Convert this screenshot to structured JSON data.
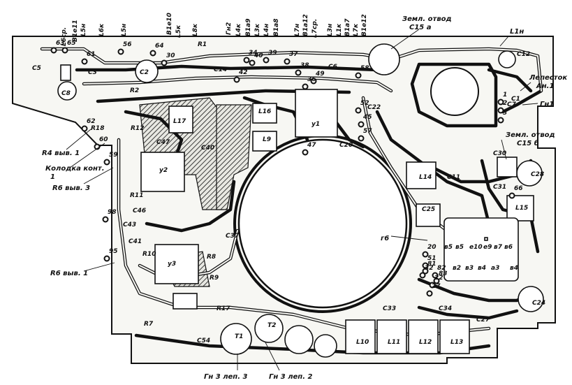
{
  "labels": {
    "top": [
      "L6ср.",
      "В1е11",
      "L5н",
      "L6к",
      "L5н",
      "В1е10",
      "L5к",
      "L8к",
      "Гн2",
      "L4к",
      "В1а9",
      "L3к",
      "L4н",
      "В1а8",
      "L7н",
      "В1а12",
      "L7ср.",
      "L3н",
      "L1к",
      "В1а7",
      "L7к",
      "В1е12"
    ],
    "zeml_a": "Земл. отвод С15 а",
    "l1n": "L1н",
    "lepestok": "Лепесток Ан.1",
    "gn1": "Гн1",
    "zeml_b": "Земл. отвод С15 б",
    "r4": "R4 выв. 1",
    "kolodka": "Колодка конт. 1",
    "r6_3": "R6 выв. 3",
    "r6_1": "R6 выв. 1",
    "gn3_3": "Гн 3 леп. 3",
    "gn3_2": "Гн 3 леп. 2",
    "g6": "г6",
    "contacts_row1": [
      "в5",
      "в5",
      "е10",
      "е9",
      "в7",
      "в6"
    ],
    "contacts_row2": [
      "в2",
      "в3",
      "в4",
      "а3",
      "в4"
    ],
    "parts": [
      "C5",
      "C8",
      "C3",
      "C2",
      "C12",
      "C7",
      "R1",
      "R2",
      "C14",
      "C6",
      "L16",
      "L9",
      "y1",
      "L17",
      "y2",
      "y3",
      "C22",
      "C20",
      "C40",
      "C41",
      "C46",
      "C47",
      "C43",
      "L14",
      "L15",
      "C28",
      "C30",
      "C31",
      "C25",
      "C24",
      "C27",
      "C33",
      "C34",
      "C54",
      "L10",
      "L11",
      "L12",
      "L13",
      "R7",
      "R8",
      "R9",
      "R10",
      "R17",
      "R18",
      "T1",
      "T2",
      "C37",
      "R11",
      "R12",
      "C11",
      "C1"
    ],
    "pins": [
      "63",
      "65",
      "61",
      "56",
      "64",
      "30",
      "34",
      "40",
      "39",
      "37",
      "38",
      "42",
      "36",
      "49",
      "58",
      "52",
      "45",
      "57",
      "47",
      "62",
      "60",
      "59",
      "66",
      "98",
      "95",
      "20",
      "32",
      "27",
      "22",
      "3",
      "2",
      "1",
      "51",
      "81",
      "82",
      "83"
    ]
  }
}
